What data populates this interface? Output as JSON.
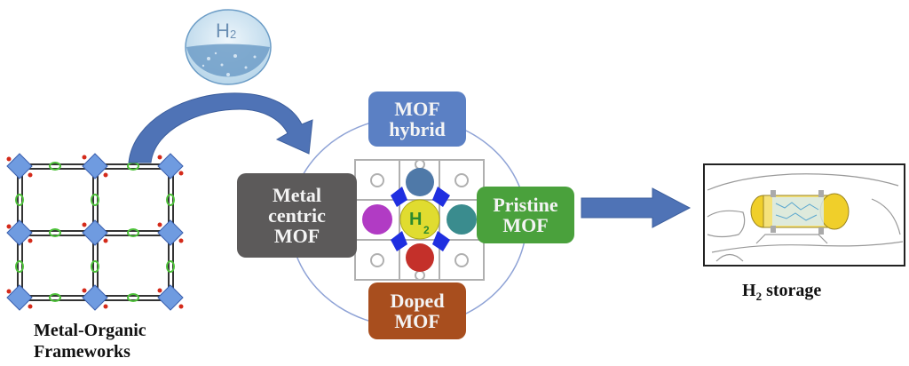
{
  "diagram": {
    "mof_caption": [
      "Metal-Organic",
      "Frameworks"
    ],
    "h2_bubble_label": "H",
    "h2_bubble_sub": "2",
    "center_label": "H",
    "center_sub": "2",
    "categories": {
      "top": {
        "lines": [
          "MOF",
          "hybrid"
        ],
        "color": "#5b80c4"
      },
      "left": {
        "lines": [
          "Metal",
          "centric",
          "MOF"
        ],
        "color": "#5c5a5a"
      },
      "right": {
        "lines": [
          "Pristine",
          "MOF"
        ],
        "color": "#4aa13c"
      },
      "bottom": {
        "lines": [
          "Doped",
          "MOF"
        ],
        "color": "#a84e1e"
      }
    },
    "storage_caption_main": "H",
    "storage_caption_sub": "2",
    "storage_caption_rest": " storage",
    "colors": {
      "arrow": "#4f73b6",
      "circle": "#8fa3d6",
      "node": "#5d86d4",
      "oxygen": "#d42a1a",
      "linker": "#4ec23a",
      "tank": "#f0cf2a"
    }
  }
}
